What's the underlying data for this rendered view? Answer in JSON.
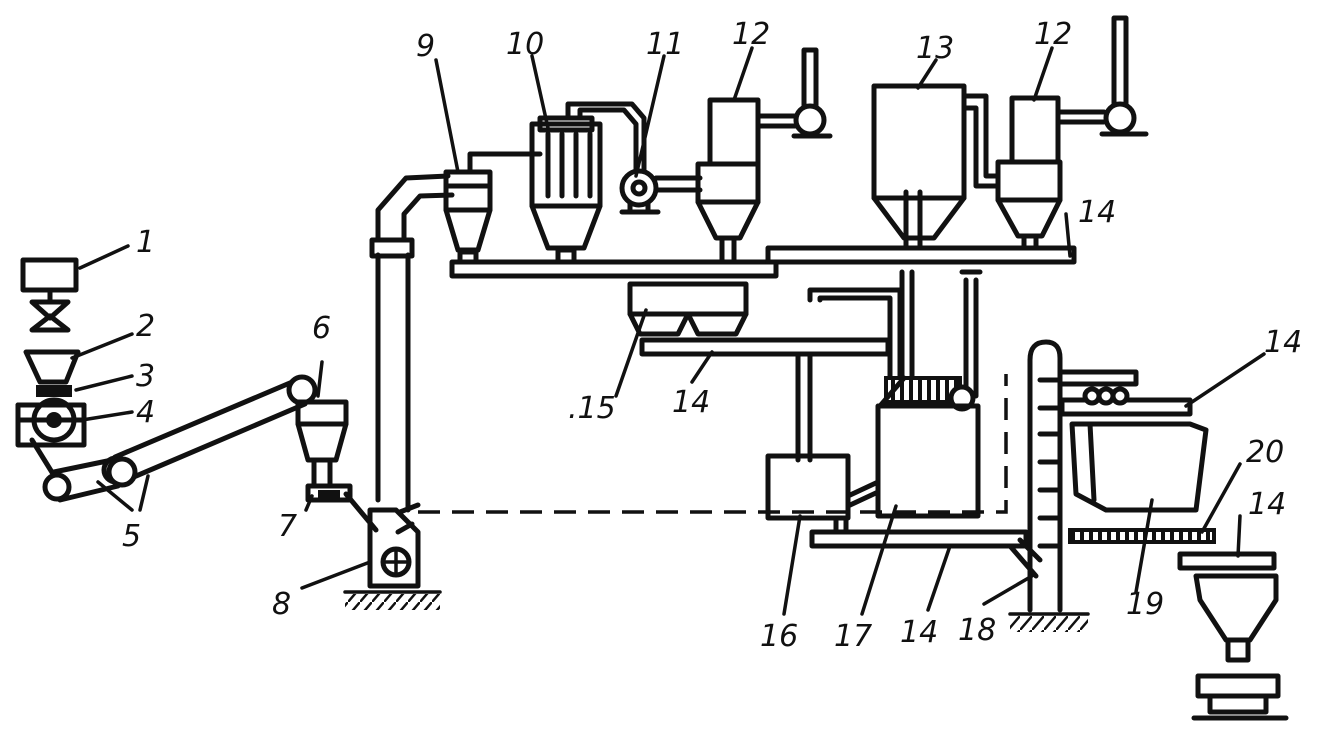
{
  "labels": {
    "l1": "1",
    "l2": "2",
    "l3": "3",
    "l4": "4",
    "l5": "5",
    "l6": "6",
    "l7": "7",
    "l8": "8",
    "l9": "9",
    "l10": "10",
    "l11": "11",
    "l12a": "12",
    "l12b": "12",
    "l13": "13",
    "l14a": "14",
    "l14b": "14",
    "l14c": "14",
    "l14d": "14",
    "l14e": "14",
    "l15": ".15",
    "l16": "16",
    "l17": "17",
    "l18": "18",
    "l19": "19",
    "l20": "20"
  }
}
